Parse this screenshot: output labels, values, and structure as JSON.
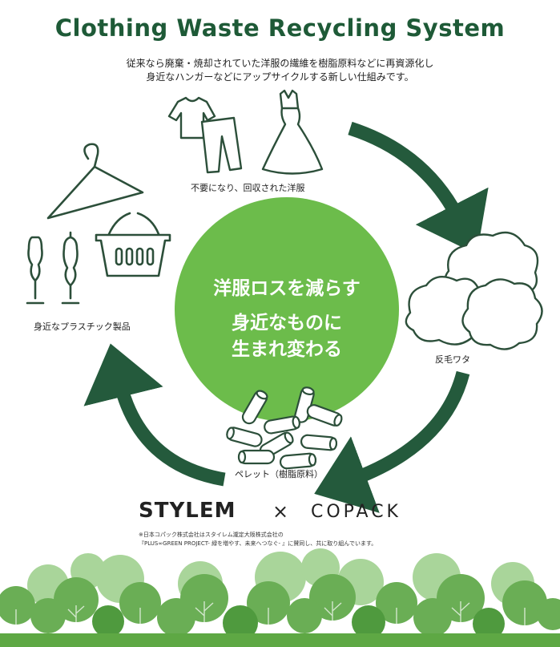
{
  "title": "Clothing Waste Recycling System",
  "subtitle_lines": [
    "従来なら廃棄・焼却されていた洋服の繊維を樹脂原料などに再資源化し",
    "身近なハンガーなどにアップサイクルする新しい仕組みです。"
  ],
  "center": {
    "line1": "洋服ロスを減らす",
    "line2": "身近なものに",
    "line3": "生まれ変わる"
  },
  "stages": {
    "clothes": "不要になり、回収された洋服",
    "cotton": "反毛ワタ",
    "pellet": "ペレット（樹脂原料）",
    "plastic": "身近なプラスチック製品"
  },
  "brands": {
    "left": "STYLEM",
    "separator": "×",
    "right": "COPACK"
  },
  "notes": [
    "※日本コパック株式会社はスタイレム瀧定大阪株式会社の",
    "『PLUS∞GREEN PROJECT- 緑を増やす、未来へつなぐ- 』に賛同し、共に取り組んでいます。"
  ],
  "colors": {
    "title_green": "#1e5a37",
    "arrow_green": "#245a3c",
    "circle_green": "#6cbc4b",
    "icon_stroke": "#2c4f3a",
    "tree_green": "#6aae55",
    "ground_green": "#5ea844"
  }
}
